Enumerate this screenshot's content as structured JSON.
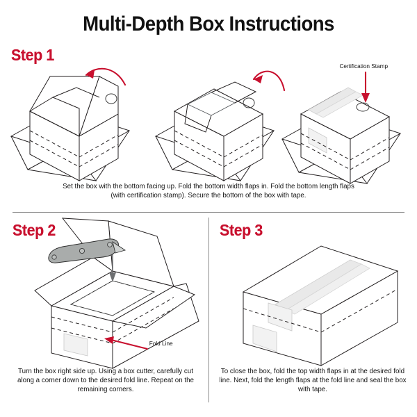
{
  "title": "Multi-Depth Box Instructions",
  "steps": [
    {
      "id": "step1",
      "label": "Step 1",
      "caption": "Set the box with the bottom facing up. Fold the bottom width flaps in. Fold the bottom length flaps (with certification stamp). Secure the bottom of the box with tape.",
      "annotation": "Certification Stamp"
    },
    {
      "id": "step2",
      "label": "Step 2",
      "caption": "Turn the box right side up. Using a box cutter, carefully cut along a corner down to the desired fold line. Repeat on the remaining corners.",
      "annotation": "Fold Line"
    },
    {
      "id": "step3",
      "label": "Step 3",
      "caption": "To close the box, fold the top width flaps in at the desired fold line. Next, fold the length flaps at the fold line and seal the box with tape.",
      "annotation": ""
    }
  ],
  "colors": {
    "accent_red": "#c8102e",
    "line_black": "#231f20",
    "tape_gray": "#e9e9e9",
    "knife_gray": "#a9acab",
    "divider_gray": "#8a8a8a",
    "background": "#ffffff"
  },
  "icons": {
    "rotate_arrow": "curved-arrow-icon",
    "pointer_arrow": "arrow-icon",
    "box_cutter": "box-cutter-icon",
    "certification_stamp": "stamp-circle-icon"
  }
}
